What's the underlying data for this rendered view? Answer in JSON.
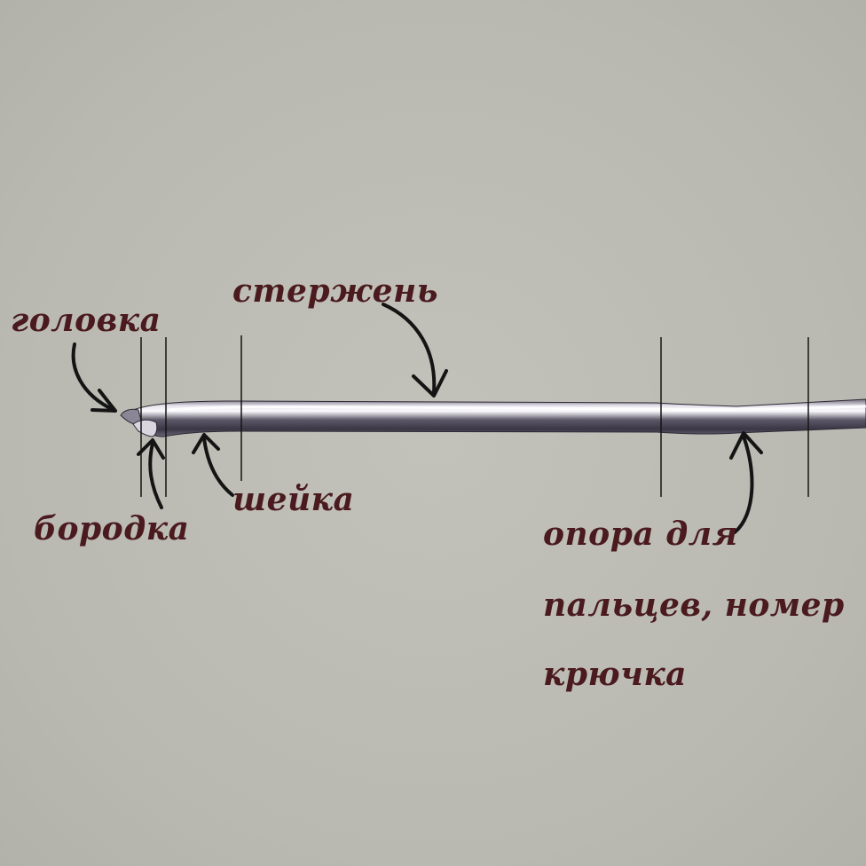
{
  "labels": {
    "head": "головка",
    "shaft": "стержень",
    "barb": "бородка",
    "neck": "шейка",
    "grip_line1": "опора для",
    "grip_line2": "пальцев, номер",
    "grip_line3": "крючка"
  },
  "colors": {
    "background": "#bdbdb5",
    "text": "#4a1a1e",
    "ink": "#141414",
    "hook_dark": "#3c3848",
    "hook_light": "#f2f0f6"
  },
  "icons": {
    "hook": "crochet-hook-illustration",
    "arrows": "hand-drawn-arrow"
  }
}
